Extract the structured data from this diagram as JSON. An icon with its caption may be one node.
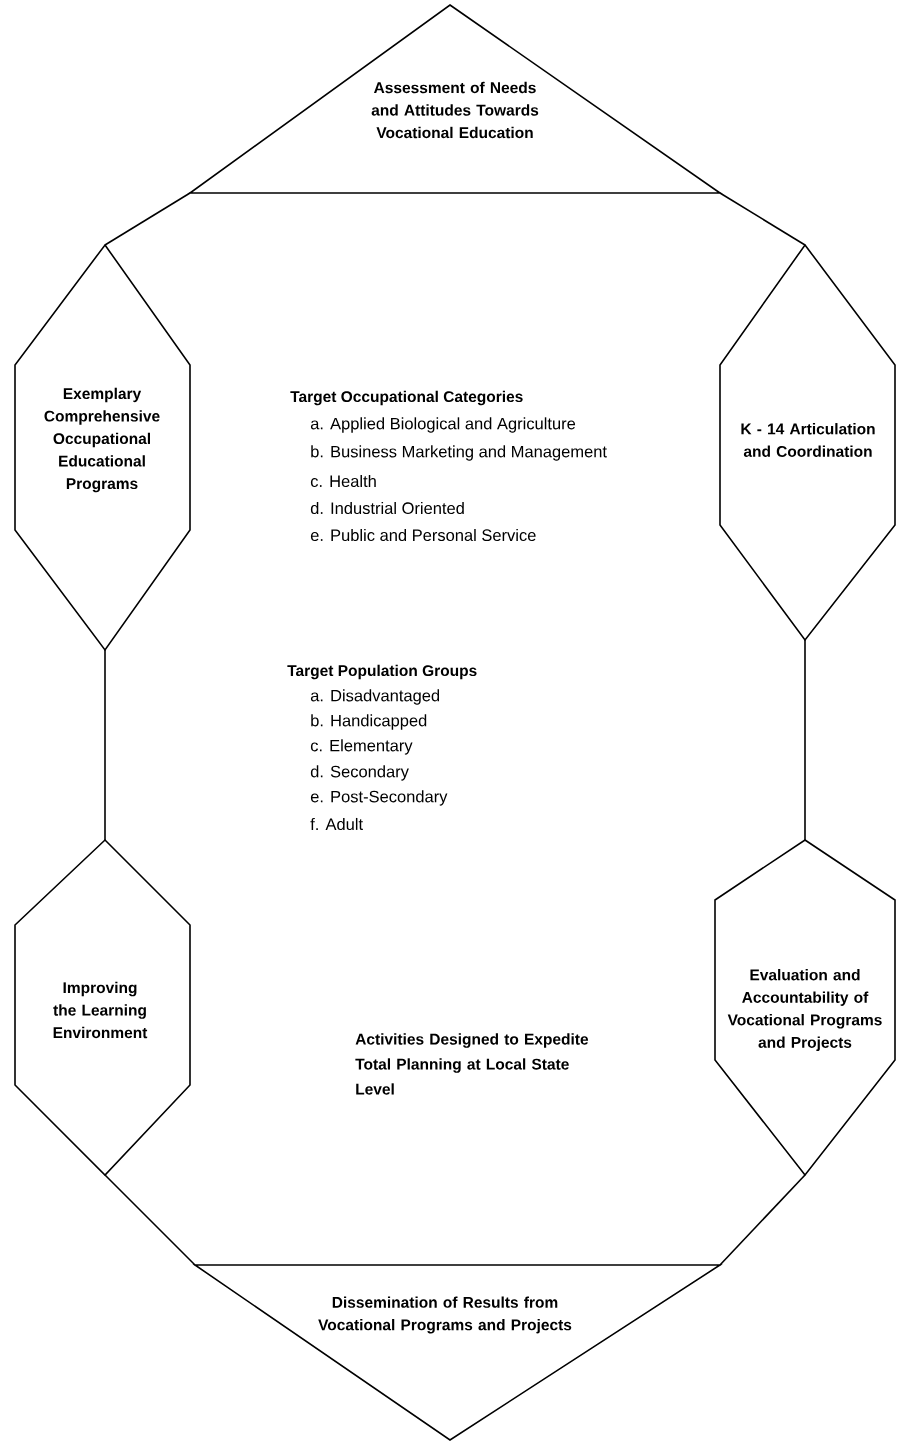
{
  "diagram": {
    "nodes": [
      {
        "text": [
          "Assessment of Needs and Attitudes Towards Vocational Education"
        ]
      },
      {
        "text": [
          "Exemplary Comprehensive Occupational Educational Programs"
        ]
      },
      {
        "text": [
          "K - 14 Articulation and Coordination"
        ]
      },
      {
        "text": [
          "Improving the Learning Environment"
        ]
      },
      {
        "text": [
          "Evaluation and Accountability of Vocational Programs and Projects"
        ]
      },
      {
        "text": [
          "Dissemination of Results from Vocational Programs and Projects"
        ]
      }
    ],
    "edges": [
      {
        "from": 0,
        "to": 1,
        "arrow": "none"
      },
      {
        "from": 1,
        "to": 3,
        "arrow": "none"
      },
      {
        "from": 3,
        "to": 5,
        "arrow": "none"
      },
      {
        "from": 5,
        "to": 4,
        "arrow": "none"
      },
      {
        "from": 4,
        "to": 2,
        "arrow": "none"
      },
      {
        "from": 2,
        "to": 0,
        "arrow": "none"
      }
    ],
    "labels": [
      "Target Occupational Categories",
      "a. Applied Biological and Agriculture",
      "b. Business Marketing and Management",
      "c. Health",
      "d. Industrial Oriented",
      "e. Public and Personal Service",
      "Target Population Groups",
      "a. Disadvantaged",
      "b. Handicapped",
      "c. Elementary",
      "d. Secondary",
      "e. Post-Secondary",
      "f. Adult",
      "Activities Designed to Expedite Total Planning at Local State Level"
    ]
  }
}
